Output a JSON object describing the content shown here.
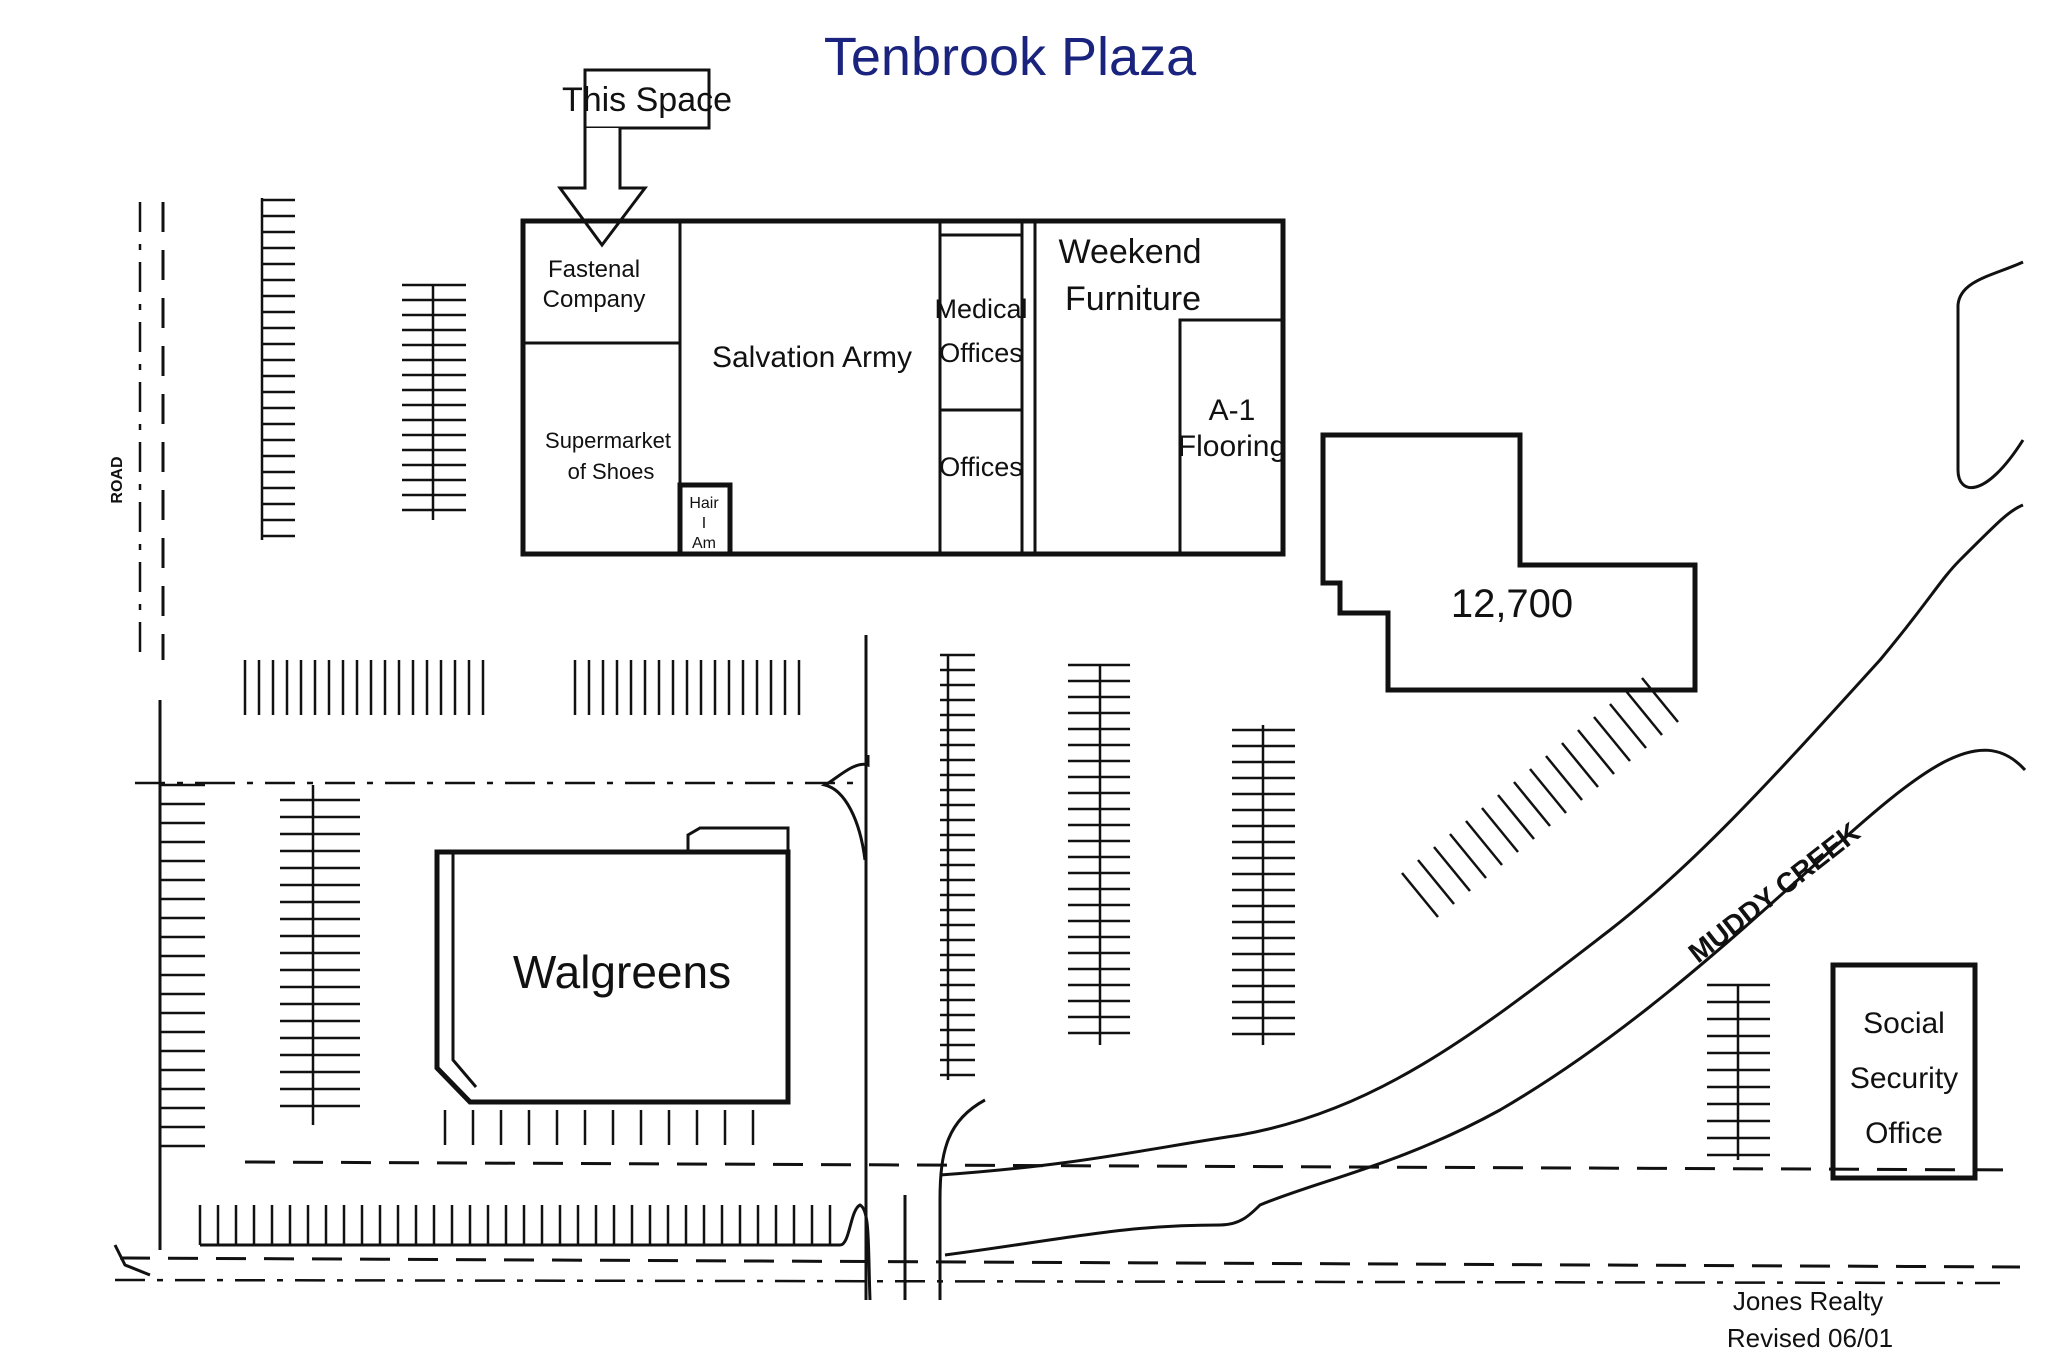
{
  "title": "Tenbrook Plaza",
  "callout": "This Space",
  "colors": {
    "title": "#1a237e",
    "lines": "#111111",
    "background": "#ffffff"
  },
  "tenants": {
    "fastenal": "Fastenal Company",
    "supermarket": "Supermarket of Shoes",
    "hair": "Hair I Am",
    "salvation": "Salvation Army",
    "medical": "Medical Offices",
    "offices": "Offices",
    "weekend": "Weekend Furniture",
    "a1": "A-1 Flooring",
    "bldg": "12,700",
    "walgreens": "Walgreens",
    "social": "Social Security Office"
  },
  "creek": "MUDDY CREEK",
  "road_label": "ROAD",
  "footer": {
    "company": "Jones Realty",
    "revised": "Revised 06/01"
  }
}
